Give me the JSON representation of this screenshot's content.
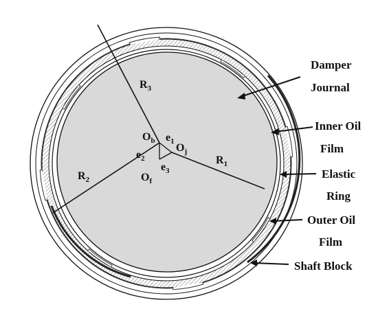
{
  "colors": {
    "journal_fill": "#d9d9d9",
    "line": "#111111",
    "hatch": "#888888",
    "background": "#ffffff"
  },
  "labels": {
    "damper_journal": [
      "Damper",
      "Journal"
    ],
    "inner_oil_film": [
      "Inner Oil",
      "Film"
    ],
    "elastic_ring": [
      "Elastic",
      "Ring"
    ],
    "outer_oil_film": [
      "Outer Oil",
      "Film"
    ],
    "shaft_block": "Shaft  Block"
  },
  "symbols": {
    "r1": {
      "base": "R",
      "sub": "1"
    },
    "r2": {
      "base": "R",
      "sub": "2"
    },
    "r3": {
      "base": "R",
      "sub": "3"
    },
    "ob": {
      "base": "O",
      "sub": "b"
    },
    "oj": {
      "base": "O",
      "sub": "j"
    },
    "of": {
      "base": "O",
      "sub": "f"
    },
    "e1": {
      "base": "e",
      "sub": "1"
    },
    "e2": {
      "base": "e",
      "sub": "2"
    },
    "e3": {
      "base": "e",
      "sub": "3"
    }
  }
}
